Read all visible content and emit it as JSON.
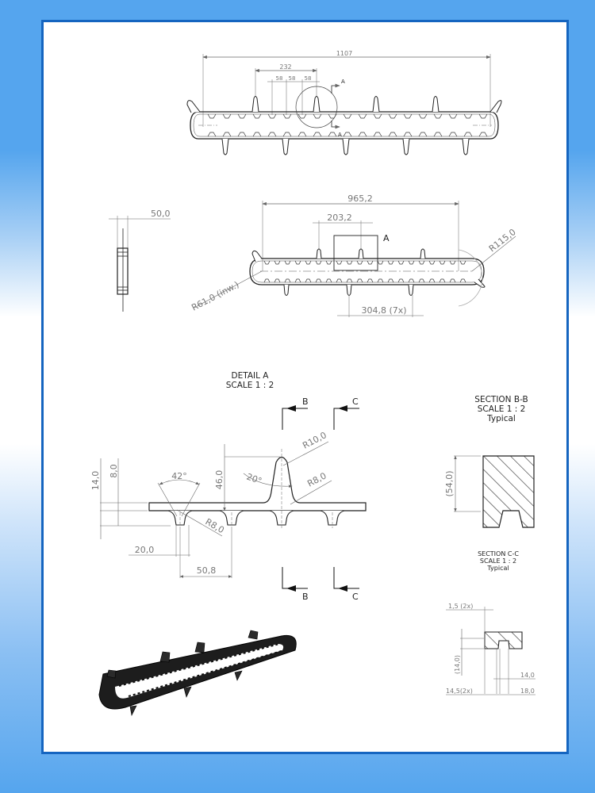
{
  "colors": {
    "background_blue": "#55a5ee",
    "sheet_border": "#1565c0",
    "sheet": "#ffffff",
    "line": "#222222",
    "dimension": "#777777"
  },
  "view_top": {
    "overall_length": "1107",
    "span_232": "232",
    "pitch_1": "58",
    "pitch_2": "58",
    "pitch_3": "58",
    "section_mark_top": "A",
    "section_mark_bottom": "A"
  },
  "view_side": {
    "width_dim": "50,0"
  },
  "view_main": {
    "length_dim": "965,2",
    "cleat_spacing": "203,2",
    "detail_label": "A",
    "radius_outer": "R115,0",
    "radius_inner": "R61,0 (inw.)",
    "bottom_cleat_spacing": "304,8 (7x)"
  },
  "detail_a": {
    "title": "DETAIL A",
    "scale": "SCALE 1 : 2",
    "section_b_top": "B",
    "section_c_top": "C",
    "section_b_bottom": "B",
    "section_c_bottom": "C",
    "dim_14": "14,0",
    "dim_8": "8,0",
    "angle_42": "42°",
    "dim_46": "46,0",
    "angle_20": "20°",
    "radius_10": "R10,0",
    "radius_8_top": "R8,0",
    "radius_8_bottom": "R8,0",
    "dim_20": "20,0",
    "dim_50_8": "50,8"
  },
  "section_bb": {
    "title": "SECTION B-B",
    "scale": "SCALE 1 : 2",
    "note": "Typical",
    "height_dim": "(54,0)"
  },
  "section_cc": {
    "title": "SECTION C-C",
    "scale": "SCALE 1 : 2",
    "note": "Typical",
    "dim_1_5": "1,5 (2x)",
    "dim_14_ref": "(14,0)",
    "dim_14": "14,0",
    "dim_14_5": "14,5(2x)",
    "dim_18": "18,0"
  }
}
